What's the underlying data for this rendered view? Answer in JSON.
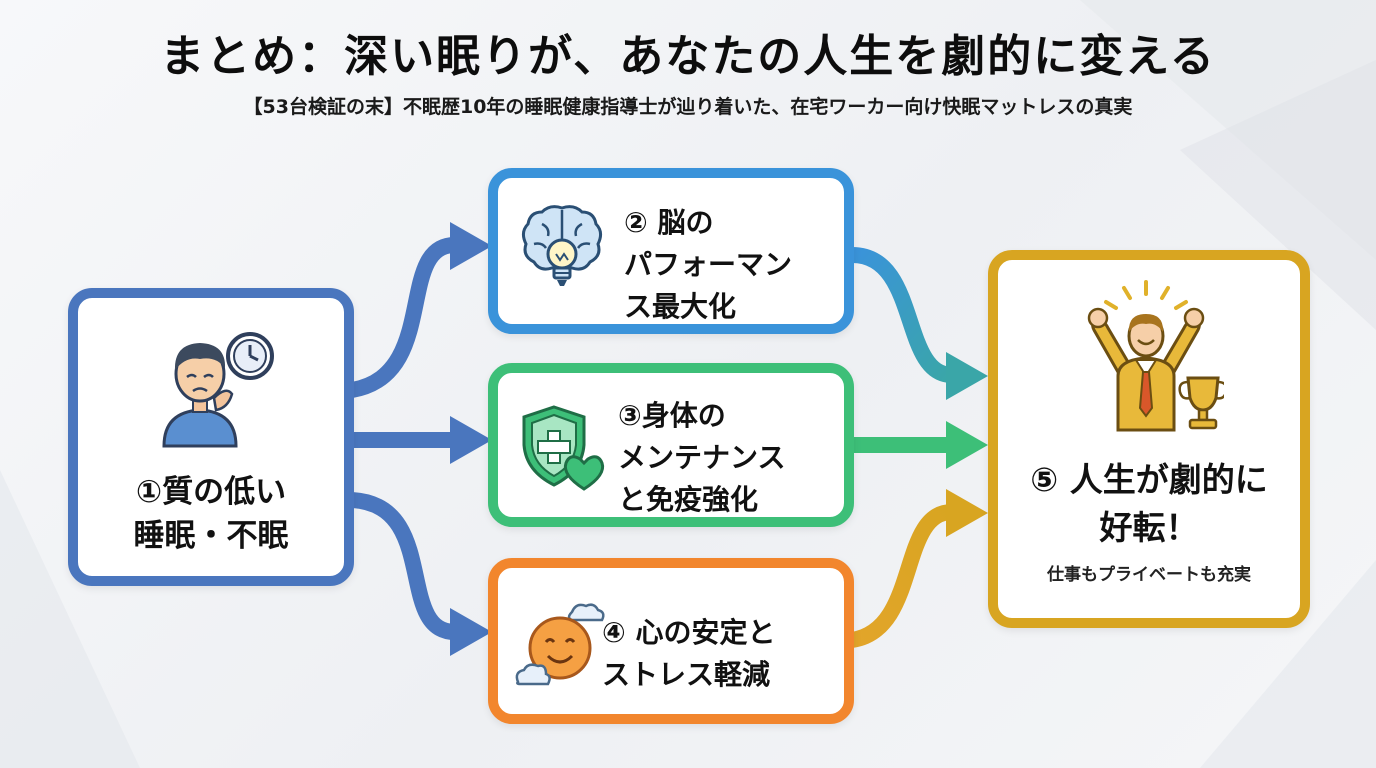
{
  "header": {
    "title": "まとめ：深い眠りが、あなたの人生を劇的に変える",
    "subtitle": "【53台検証の末】不眠歴10年の睡眠健康指導士が辿り着いた、在宅ワーカー向け快眠マットレスの真実"
  },
  "nodes": {
    "start": {
      "line1": "①質の低い",
      "line2": "睡眠・不眠",
      "icon": "tired-person-with-clock-icon"
    },
    "brain": {
      "line1": "② 脳の",
      "line2": "パフォーマン",
      "line3": "ス最大化",
      "icon": "brain-lightbulb-icon"
    },
    "body": {
      "line1": "③身体の",
      "line2": "メンテナンス",
      "line3": "と免疫強化",
      "icon": "shield-heart-icon"
    },
    "mind": {
      "line1": "④ 心の安定と",
      "line2": "ストレス軽減",
      "icon": "smiling-sun-cloud-icon"
    },
    "result": {
      "line1": "⑤ 人生が劇的に",
      "line2": "好転！",
      "note": "仕事もプライベートも充実",
      "icon": "celebrating-person-trophy-icon"
    }
  },
  "colors": {
    "start": "#4a76be",
    "brain": "#3a93da",
    "body": "#3dbf78",
    "mind": "#f2862d",
    "result": "#d8a521"
  }
}
